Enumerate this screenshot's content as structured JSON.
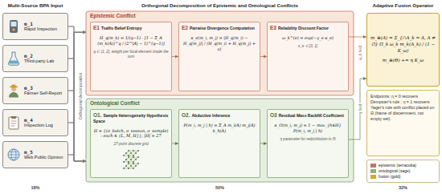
{
  "diagram": {
    "nodes": [
      {
        "text": [
          "m_1",
          "Rapid Inspection"
        ]
      },
      {
        "text": [
          "m_2",
          "Third-party Lab"
        ]
      },
      {
        "text": [
          "m_3",
          "Farmer Self-Report"
        ]
      },
      {
        "text": [
          "m_4",
          "Inspection Log"
        ]
      },
      {
        "text": [
          "m_5",
          "Web Public Opinion"
        ]
      },
      {
        "text": [
          "Epistemic Conflict"
        ]
      },
      {
        "text": [
          "E1",
          "Tsallis Belief Entropy",
          "H_q(m_k) = 1/(q−1) · [1 − Σ_A (m_k(A))^q / (2^|A| − 1)^(q−1)]",
          "q ∈ {1, 2}, weight per focal element inside the sum"
        ],
        "in": 5
      },
      {
        "text": [
          "E2",
          "Pairwise Divergence Computation",
          "κ_e(m_i, m_j) = |H_q(m_i) − H_q(m_j)| / (H_q(m_i) + H_q(m_j) + ε)"
        ],
        "in": 5
      },
      {
        "text": [
          "E3",
          "Reliability Discount Factor",
          "ω_k^(e) = exp(−γ_e κ_e)",
          "κ_e ∈ [0, 1]"
        ],
        "in": 5
      },
      {
        "text": [
          "Ontological Conflict"
        ]
      },
      {
        "text": [
          "O1.",
          "Sample Heterogeneity Hypothesis Space",
          "H = {(σ_batch, σ_season, σ_sample) : each ∈ {L, M, H}}, |H| = 27",
          "27-point discrete grid"
        ],
        "in": 9
      },
      {
        "text": [
          "O2.",
          "Abductive Inference",
          "P(m_i, m_j | h) = Σ_A m_i(A) m_j(A) k_h(A)"
        ],
        "in": 9
      },
      {
        "text": [
          "O3",
          "Residual Mass Backfill Coefficient",
          "κ_O(m_i, m_j) = 1 − max_{h∈H} P(m_i, m_j | h)",
          "η parameter for redistribution to Θ"
        ],
        "in": 9
      },
      {
        "text": [
          "m_⊕(A) = Σ_{∩A_k = A, A ≠ ∅} Π_k ω_k m_k(A_k) / (1 − K_ω)",
          "m_⊕(Θ) += η K_ω"
        ]
      },
      {
        "text": [
          "Endpoints: η = 0 recovers Dempster's rule ; η = 1 recovers Yager's rule with conflict placed on Θ (frame of discernment, not empty set)."
        ]
      }
    ],
    "edges": [
      {
        "from": 0,
        "to": 5,
        "arrow": "to"
      },
      {
        "from": 1,
        "to": 5,
        "arrow": "to"
      },
      {
        "from": 2,
        "to": 5,
        "arrow": "to"
      },
      {
        "from": 3,
        "to": 5,
        "arrow": "to"
      },
      {
        "from": 4,
        "to": 5,
        "arrow": "to"
      },
      {
        "from": 0,
        "to": 9,
        "arrow": "to"
      },
      {
        "from": 1,
        "to": 9,
        "arrow": "to"
      },
      {
        "from": 2,
        "to": 9,
        "arrow": "to"
      },
      {
        "from": 3,
        "to": 9,
        "arrow": "to"
      },
      {
        "from": 4,
        "to": 9,
        "arrow": "to"
      },
      {
        "from": 6,
        "to": 7,
        "arrow": "to"
      },
      {
        "from": 7,
        "to": 8,
        "arrow": "to"
      },
      {
        "from": 10,
        "to": 11,
        "arrow": "to"
      },
      {
        "from": 11,
        "to": 12,
        "arrow": "to"
      },
      {
        "from": 8,
        "to": 13,
        "label": "ω_k feed",
        "arrow": "to"
      },
      {
        "from": 12,
        "to": 13,
        "label": "η feed",
        "arrow": "to"
      }
    ],
    "labels": [
      "Multi-Source BPA Input",
      "Orthogonal Decomposition of Epistemic and Ontological Conflicts",
      "Adaptive Fusion Operator",
      "Orthogonal decomposition",
      "18%",
      "50%",
      "32%"
    ],
    "legend": [
      {
        "text": "epistemic (terracotta)",
        "color": "#c8755a"
      },
      {
        "text": "ontological (sage)",
        "color": "#8fae7e"
      },
      {
        "text": "fusion (gold)",
        "color": "#d4a82a"
      }
    ]
  }
}
